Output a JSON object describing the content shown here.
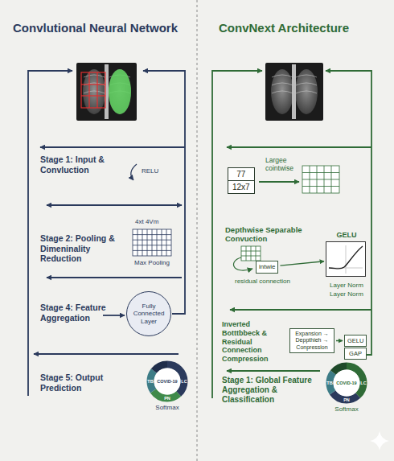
{
  "diagram": {
    "nodes": [
      {
        "text": [
          "Fully Connected Layer"
        ]
      },
      {
        "text": [
          "TB",
          "COVID-19",
          "LC",
          "PN",
          "Softmax"
        ]
      },
      {
        "text": [
          "77",
          "12x7"
        ]
      },
      {
        "text": [
          "intwie"
        ]
      },
      {
        "text": [
          "GELU"
        ]
      },
      {
        "text": [
          "Expansion → Deppthieh → Conpression"
        ]
      },
      {
        "text": [
          "GELU"
        ]
      },
      {
        "text": [
          "GAP"
        ]
      },
      {
        "text": [
          "TB",
          "COVID-19",
          "LC",
          "PN",
          "Softmax"
        ]
      }
    ],
    "edges": [
      {
        "from": 3,
        "to": 4,
        "arrow": "to"
      },
      {
        "from": 5,
        "to": 6,
        "arrow": "to"
      }
    ],
    "labels": [
      "Convlutional Neural Network",
      "ConvNext Architecture",
      "Stage 1: Input & Convluction",
      "RELU",
      "Stage 2: Pooling & Dimeninality Reduction",
      "4xt 4Vm",
      "Max Pooling",
      "Stage 4: Feature Aggregation",
      "Stage 5: Output Prediction",
      "Largee cointwise",
      "Depthwise Separable Convuction",
      "residual connection",
      "Layer Norm",
      "Layer Norm",
      "Inverted Botttbbeck & Residual Connection Compression",
      "Stage 1: Global Feature Aggregation & Classification"
    ]
  }
}
